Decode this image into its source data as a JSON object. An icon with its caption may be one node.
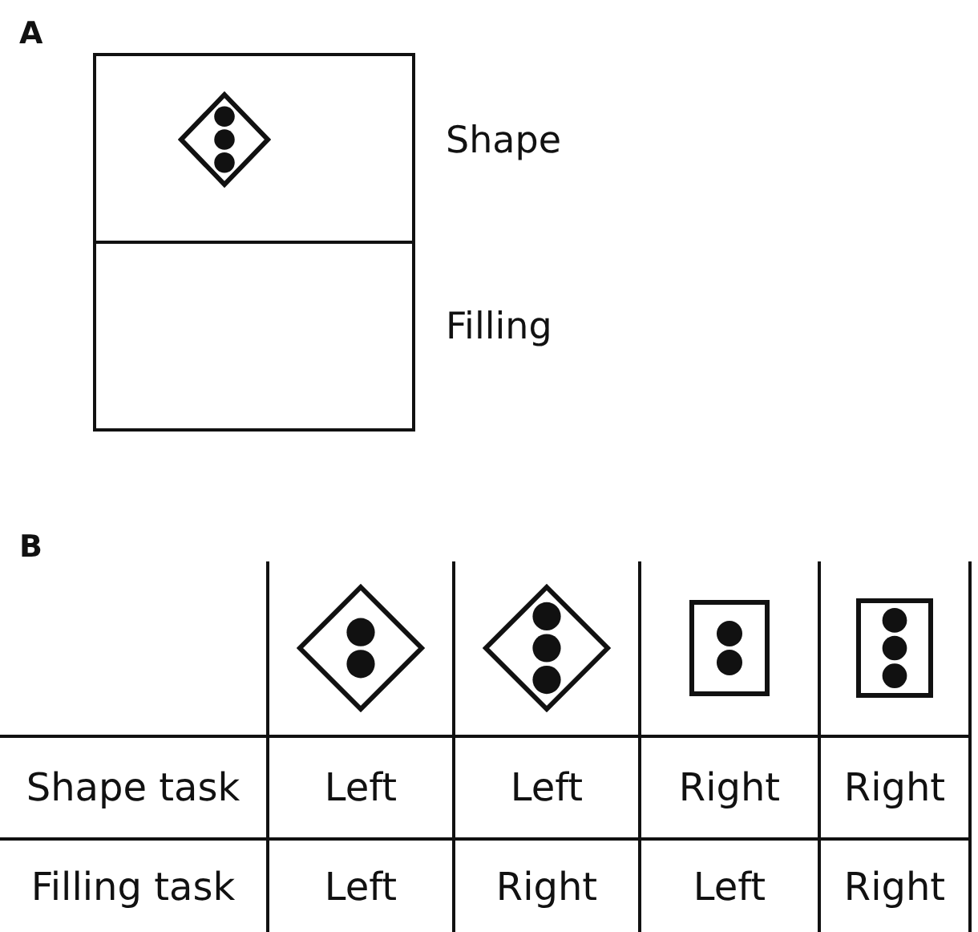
{
  "diagram": {
    "nodes": [
      {
        "text": [],
        "shape": "box",
        "beside": [
          "Shape"
        ]
      },
      {
        "text": [],
        "shape": "diamond",
        "in": 0
      },
      {
        "text": [],
        "shape": "box",
        "beside": [
          "Filling"
        ]
      },
      {
        "text": [],
        "shape": "diamond"
      },
      {
        "text": [],
        "shape": "diamond"
      },
      {
        "text": [],
        "shape": "box"
      },
      {
        "text": [],
        "shape": "box"
      }
    ],
    "edges": [],
    "labels": [
      "A",
      "B",
      "Shape task",
      "Left",
      "Left",
      "Right",
      "Right",
      "Filling task",
      "Left",
      "Right",
      "Left",
      "Right"
    ]
  }
}
